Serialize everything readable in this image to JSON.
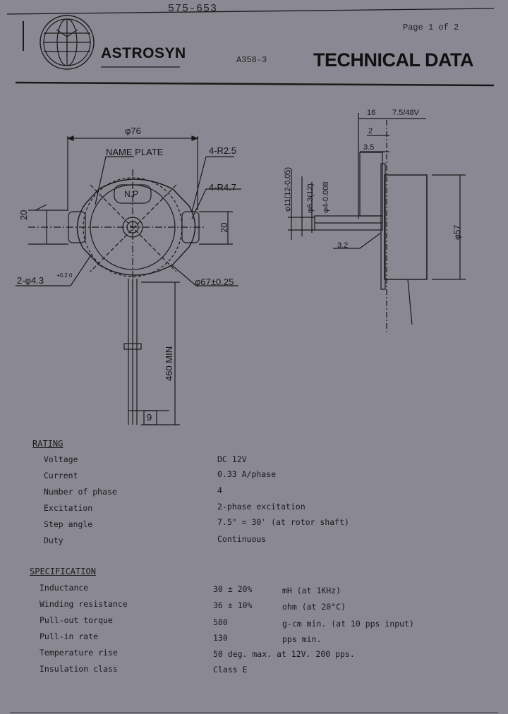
{
  "header": {
    "handwritten_code": "575-653",
    "page_label": "Page 1 of 2",
    "brand": "ASTROSYN",
    "doc_number": "A358-3",
    "title": "TECHNICAL DATA"
  },
  "drawing": {
    "front": {
      "outer_dia": "φ76",
      "name_plate": "NAME PLATE",
      "name_plate_mark": "N.P",
      "radius1": "4-R2.5",
      "radius2": "4-R4.7",
      "width_dim": "20",
      "height_dim": "20",
      "mount_holes": "2-φ4.3",
      "mount_tol": "+0.2 0",
      "mount_pcd": "φ67±0.25",
      "lead_length": "460 MIN",
      "lead_end": "9"
    },
    "side": {
      "top_dims": [
        "16",
        "2",
        "3.5"
      ],
      "spec_note": "7.5/48V",
      "shaft_dia1": "φ11(12-0.05)",
      "shaft_dia2": "φ6.3(12)",
      "shaft_dia3": "φ4-0.008",
      "body_dia": "φ57",
      "shaft_len": "3.2"
    }
  },
  "rating": {
    "heading": "RATING",
    "rows": [
      {
        "label": "Voltage",
        "value": "DC 12V"
      },
      {
        "label": "Current",
        "value": "0.33  A/phase"
      },
      {
        "label": "Number of phase",
        "value": "4"
      },
      {
        "label": "Excitation",
        "value": "2-phase excitation"
      },
      {
        "label": "Step angle",
        "value": "7.5°  =  30' (at rotor shaft)"
      },
      {
        "label": "Duty",
        "value": "Continuous"
      }
    ]
  },
  "specification": {
    "heading": "SPECIFICATION",
    "rows": [
      {
        "label": "Inductance",
        "value": "30 ± 20%",
        "unit": "mH  (at 1KHz)"
      },
      {
        "label": "Winding resistance",
        "value": "36 ± 10%",
        "unit": "ohm (at 20°C)"
      },
      {
        "label": "Pull-out torque",
        "value": "580",
        "unit": "g-cm min. (at 10 pps input)"
      },
      {
        "label": "Pull-in rate",
        "value": "130",
        "unit": "pps min."
      },
      {
        "label": "Temperature rise",
        "value": "50 deg. max. at 12V. 200 pps.",
        "unit": ""
      },
      {
        "label": "Insulation class",
        "value": "Class E",
        "unit": ""
      }
    ]
  }
}
